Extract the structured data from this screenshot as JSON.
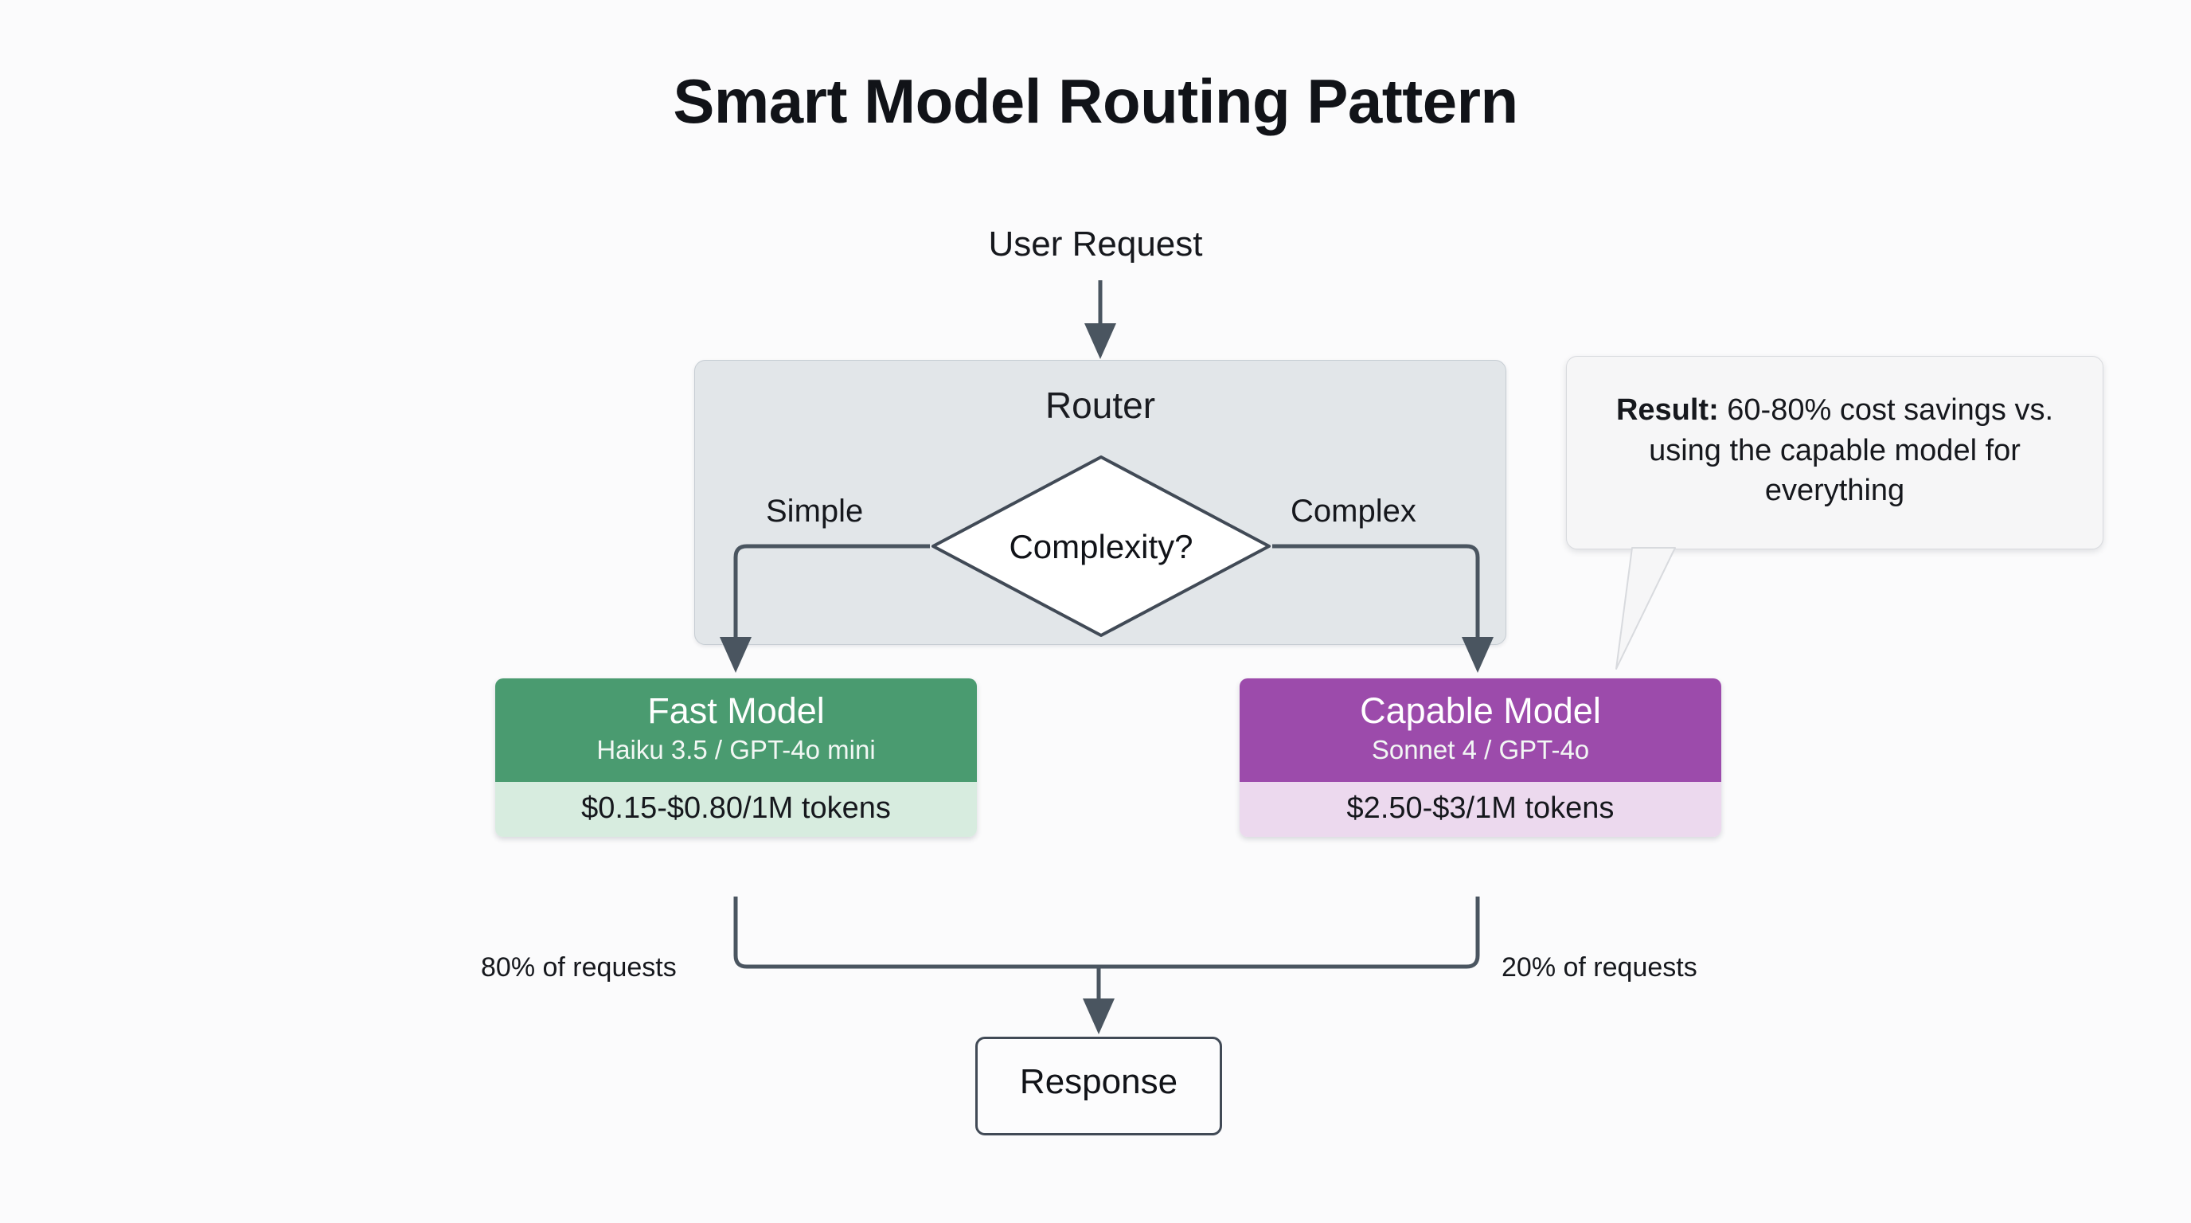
{
  "page": {
    "title": "Smart Model Routing Pattern",
    "background_color": "#fbfbfc"
  },
  "flow": {
    "input_label": "User Request",
    "router": {
      "label": "Router",
      "background_color": "#e2e6e9",
      "decision_label": "Complexity?",
      "branch_left_label": "Simple",
      "branch_right_label": "Complex"
    },
    "models": [
      {
        "key": "fast",
        "title": "Fast Model",
        "subtitle": "Haiku 3.5 / GPT-4o mini",
        "price": "$0.15-$0.80/1M tokens",
        "share_label": "80% of requests",
        "header_color": "#4a9b70",
        "footer_color": "#d7ecdf"
      },
      {
        "key": "capable",
        "title": "Capable Model",
        "subtitle": "Sonnet 4 / GPT-4o",
        "price": "$2.50-$3/1M tokens",
        "share_label": "20% of requests",
        "header_color": "#9c4bab",
        "footer_color": "#ecd9ee"
      }
    ],
    "output_label": "Response",
    "connector_color": "#4a5560"
  },
  "callout": {
    "lead": "Result:",
    "body": " 60-80% cost savings vs. using the capable model for everything",
    "background_color": "#f6f6f7"
  }
}
